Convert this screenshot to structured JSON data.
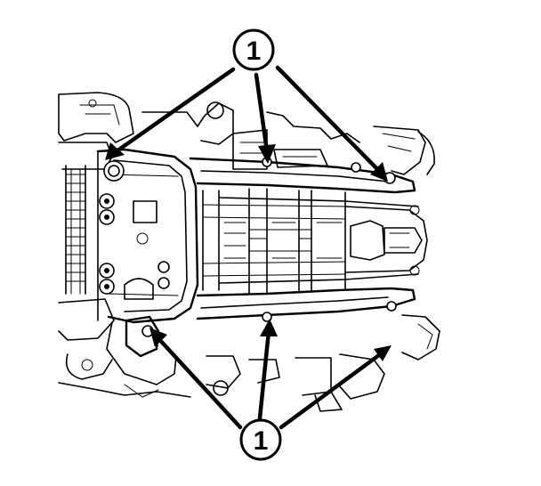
{
  "callouts": [
    {
      "id": "top",
      "label": "1"
    },
    {
      "id": "bottom",
      "label": "1"
    }
  ],
  "colors": {
    "ink": "#000000",
    "paper": "#ffffff"
  }
}
